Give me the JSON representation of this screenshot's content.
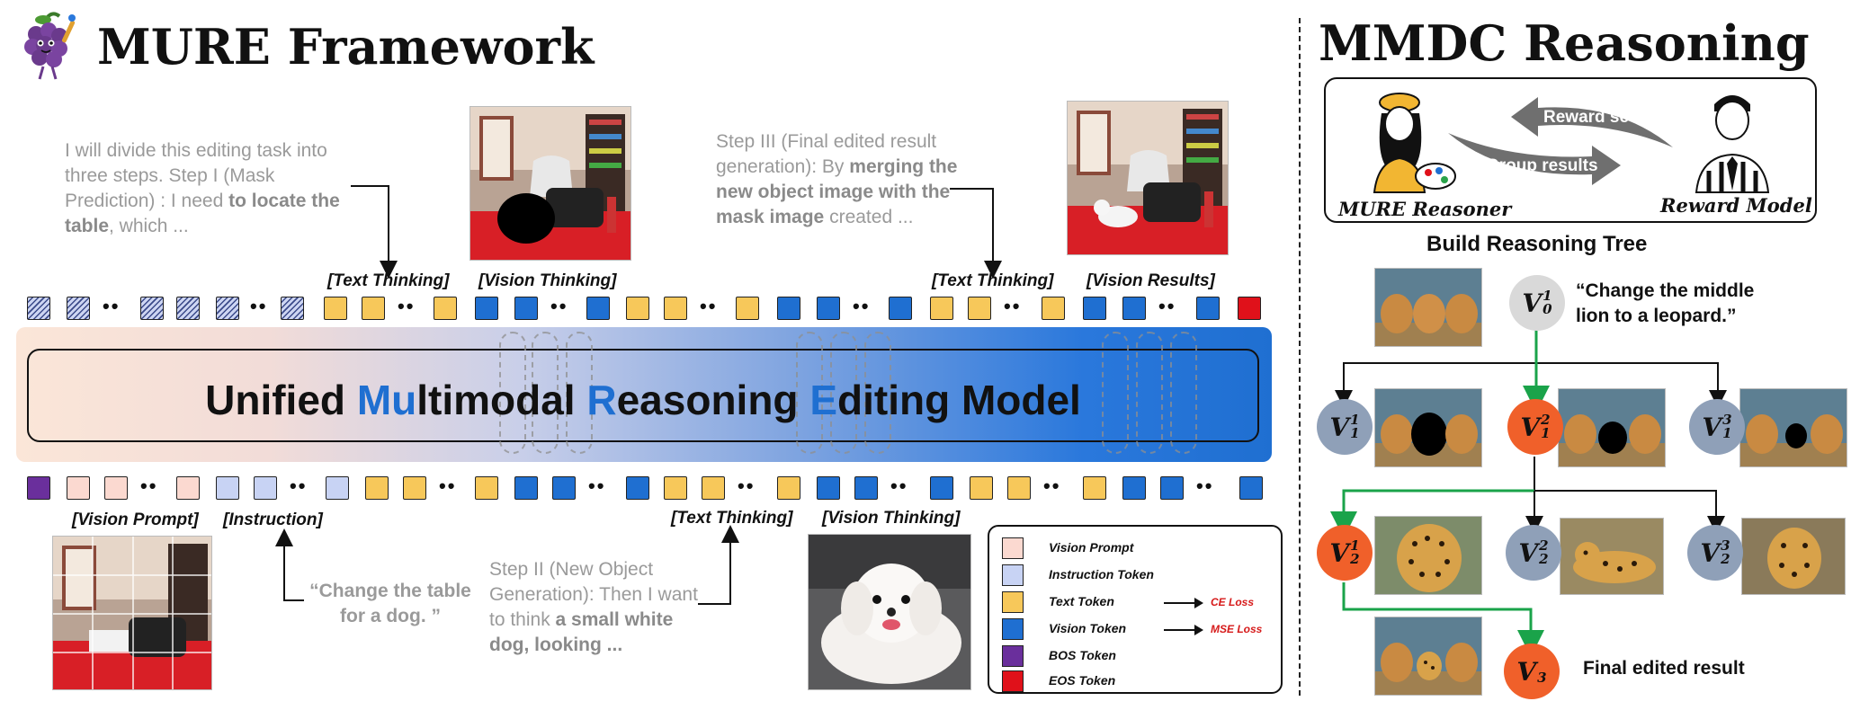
{
  "left": {
    "title": "MURE Framework",
    "step1_plain": "I will divide this editing task into three steps.  Step I (Mask Prediction) :  I need ",
    "step1_bold": "to locate the table",
    "step1_tail": ", which ...",
    "step3_plain": "Step III (Final edited result generation): By ",
    "step3_bold": "merging the new object image with the mask image",
    "step3_tail": " created ...",
    "step2_plain": "Step II (New Object Generation): Then I want to think ",
    "step2_bold": "a small white dog, looking ...",
    "instruction_quote": "“Change the table for a dog. ”",
    "top_tags": [
      "[Text Thinking]",
      "[Vision Thinking]",
      "[Text Thinking]",
      "[Vision Results]"
    ],
    "bottom_tags": [
      "[Vision Prompt]",
      "[Instruction]",
      "[Text Thinking]",
      "[Vision Thinking]"
    ],
    "model_title": {
      "p1": "Unified ",
      "h1": "Mu",
      "p2": "ltimodal ",
      "h2": "R",
      "p3": "easoning ",
      "h3": "E",
      "p4": "diting Model"
    },
    "legend": [
      {
        "label": "Vision Prompt",
        "color": "#fbd9d0"
      },
      {
        "label": "Instruction Token",
        "color": "#c8d3f4"
      },
      {
        "label": "Text Token",
        "color": "#f7c85a",
        "loss": "CE Loss"
      },
      {
        "label": "Vision Token",
        "color": "#1f6fd1",
        "loss": "MSE Loss"
      },
      {
        "label": "BOS  Token",
        "color": "#6a2f9c"
      },
      {
        "label": "EOS  Token",
        "color": "#e0111a"
      }
    ]
  },
  "right": {
    "title": "MMDC Reasoning",
    "reward_scores": "Reward scores",
    "group_results": "Group results",
    "reasoner": "MURE Reasoner",
    "reward_model": "Reward Model",
    "tree_title": "Build Reasoning Tree",
    "quote": "“Change the middle lion to a leopard.”",
    "final": "Final edited result"
  },
  "colors": {
    "text_token": "#f7c85a",
    "vision_token": "#1f6fd1",
    "highlight": "#1f6fd1",
    "loss_red": "#d61a1a",
    "tree_green": "#1aa34a",
    "node_orange": "#f0602a",
    "node_slate": "#8fa0b8"
  }
}
